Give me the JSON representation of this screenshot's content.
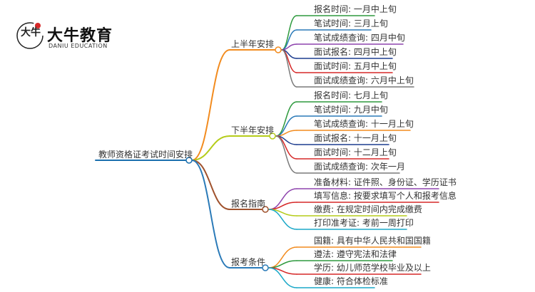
{
  "logo": {
    "name_cn": "大牛教育",
    "name_en": "DANIU EDUCATION",
    "mark_text": "大牛"
  },
  "root": {
    "label": "教师资格证考试时间安排",
    "color": "#1a6fae"
  },
  "branches": [
    {
      "label": "上半年安排",
      "color": "#f28b1e",
      "children": [
        {
          "label": "报名时间: 一月中上旬",
          "color": "#2e9a3e"
        },
        {
          "label": "笔试时间: 三月上旬",
          "color": "#2a7ab8"
        },
        {
          "label": "笔试成绩查询: 四月中旬",
          "color": "#8e44ad"
        },
        {
          "label": "面试报名: 四月中上旬",
          "color": "#1d3d8f"
        },
        {
          "label": "面试时间: 五月中上旬",
          "color": "#d62828"
        },
        {
          "label": "面试成绩查询: 六月中上旬",
          "color": "#7a7a7a"
        }
      ]
    },
    {
      "label": "下半年安排",
      "color": "#b5cc1a",
      "children": [
        {
          "label": "报名时间: 七月上旬",
          "color": "#2e9a3e"
        },
        {
          "label": "笔试时间: 九月中旬",
          "color": "#2a7ab8"
        },
        {
          "label": "笔试成绩查询: 十一月上旬",
          "color": "#f28b1e"
        },
        {
          "label": "面试报名: 十一月上旬",
          "color": "#1d3d8f"
        },
        {
          "label": "面试时间: 十二月上旬",
          "color": "#d62828"
        },
        {
          "label": "面试成绩查询: 次年一月",
          "color": "#7a7a7a"
        }
      ]
    },
    {
      "label": "报名指南",
      "color": "#a0522d",
      "children": [
        {
          "label": "准备材料: 证件照、身份证、学历证书",
          "color": "#8e44ad"
        },
        {
          "label": "填写信息: 按要求填写个人和报考信息",
          "color": "#d62828"
        },
        {
          "label": "缴费: 在规定时间内完成缴费",
          "color": "#b5cc1a"
        },
        {
          "label": "打印准考证: 考前一周打印",
          "color": "#1ba8c8"
        }
      ]
    },
    {
      "label": "报考条件",
      "color": "#2a7ab8",
      "children": [
        {
          "label": "国籍: 具有中华人民共和国国籍",
          "color": "#f28b1e"
        },
        {
          "label": "遵法: 遵守宪法和法律",
          "color": "#2e9a3e"
        },
        {
          "label": "学历: 幼儿师范学校毕业及以上",
          "color": "#d62828"
        },
        {
          "label": "健康: 符合体检标准",
          "color": "#1ba8c8"
        }
      ]
    }
  ]
}
